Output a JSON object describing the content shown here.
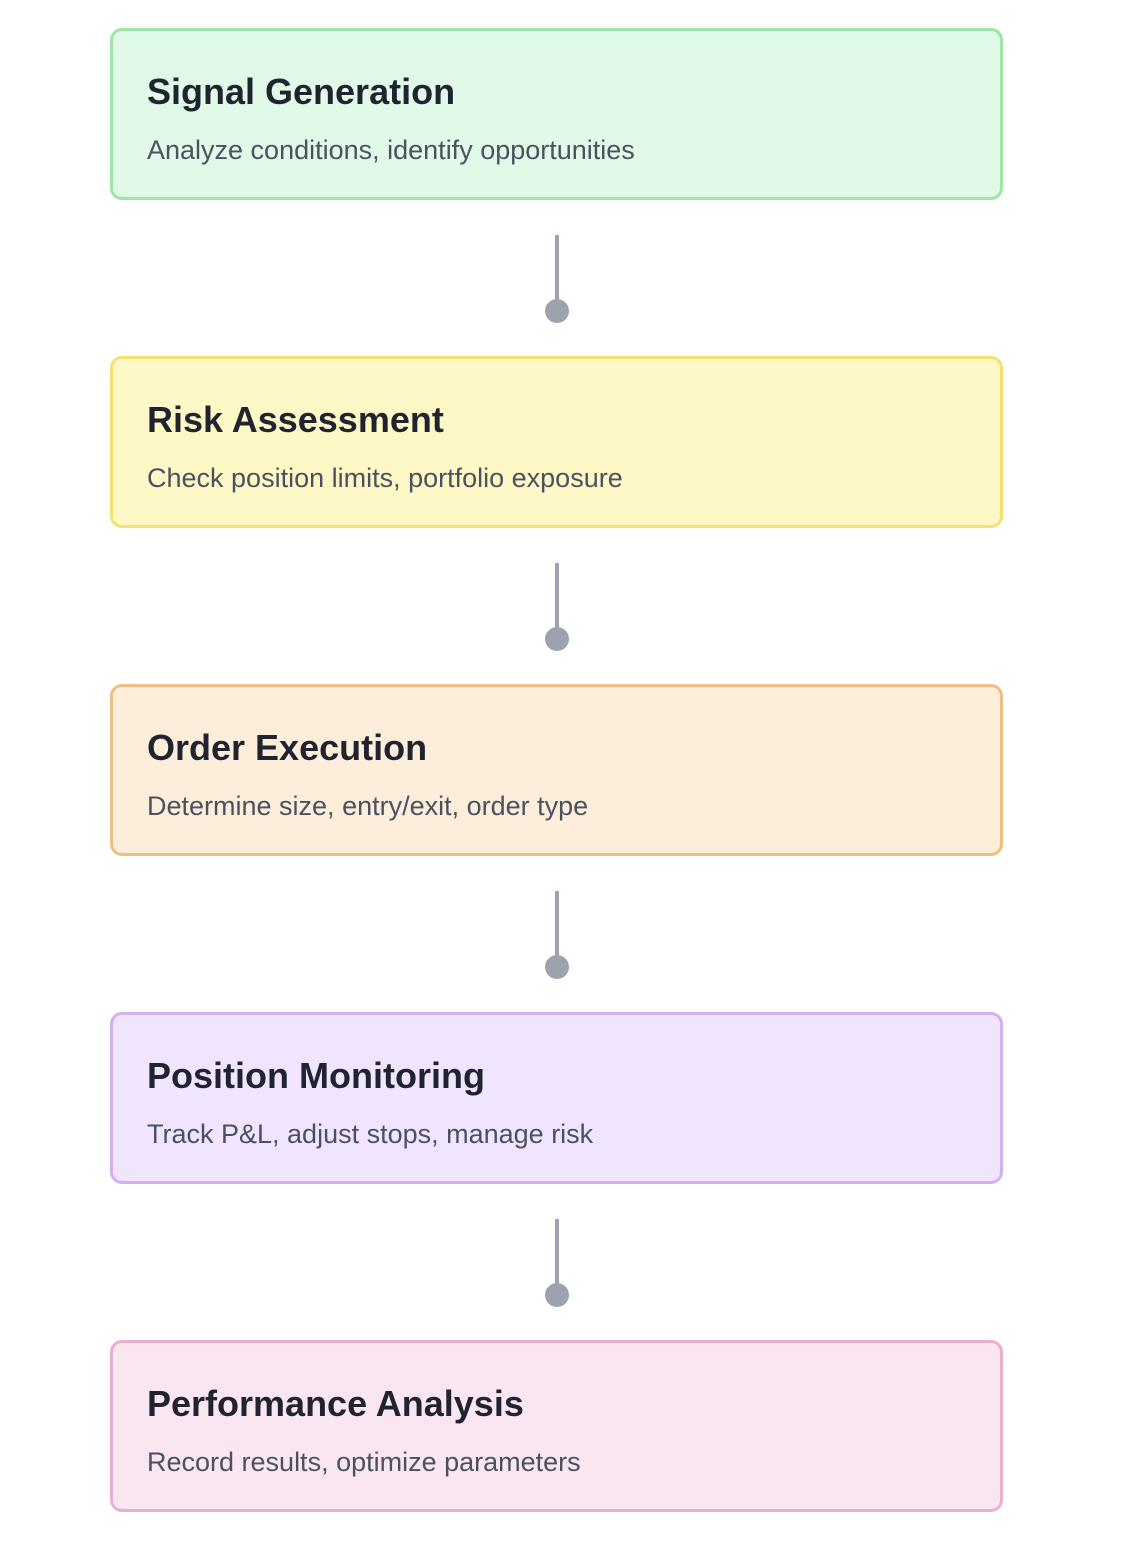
{
  "steps": [
    {
      "title": "Signal Generation",
      "description": "Analyze conditions, identify opportunities",
      "fill": "#e1f9e7",
      "border": "#9ee6a6"
    },
    {
      "title": "Risk Assessment",
      "description": "Check position limits, portfolio exposure",
      "fill": "#fdf8c6",
      "border": "#f6e070"
    },
    {
      "title": "Order Execution",
      "description": "Determine size, entry/exit, order type",
      "fill": "#fdeddb",
      "border": "#f0be80"
    },
    {
      "title": "Position Monitoring",
      "description": "Track P&L, adjust stops, manage risk",
      "fill": "#f0e5fd",
      "border": "#d3b0f2"
    },
    {
      "title": "Performance Analysis",
      "description": "Record results, optimize parameters",
      "fill": "#f9e6f1",
      "border": "#eaaed1"
    }
  ],
  "connector_color": "#9ca3af"
}
